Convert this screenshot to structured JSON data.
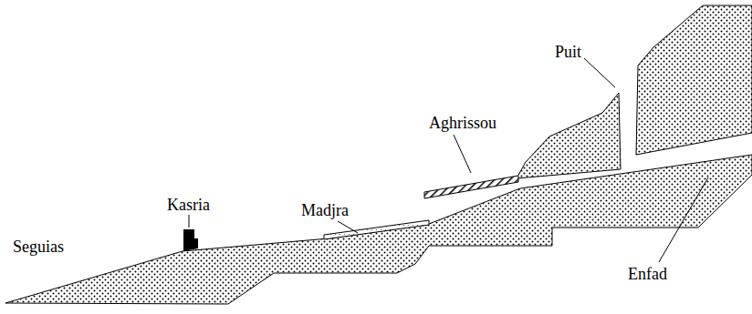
{
  "diagram": {
    "labels": [
      "Puit",
      "Aghrissou",
      "Madjra",
      "Kasria",
      "Seguias",
      "Enfad"
    ]
  }
}
